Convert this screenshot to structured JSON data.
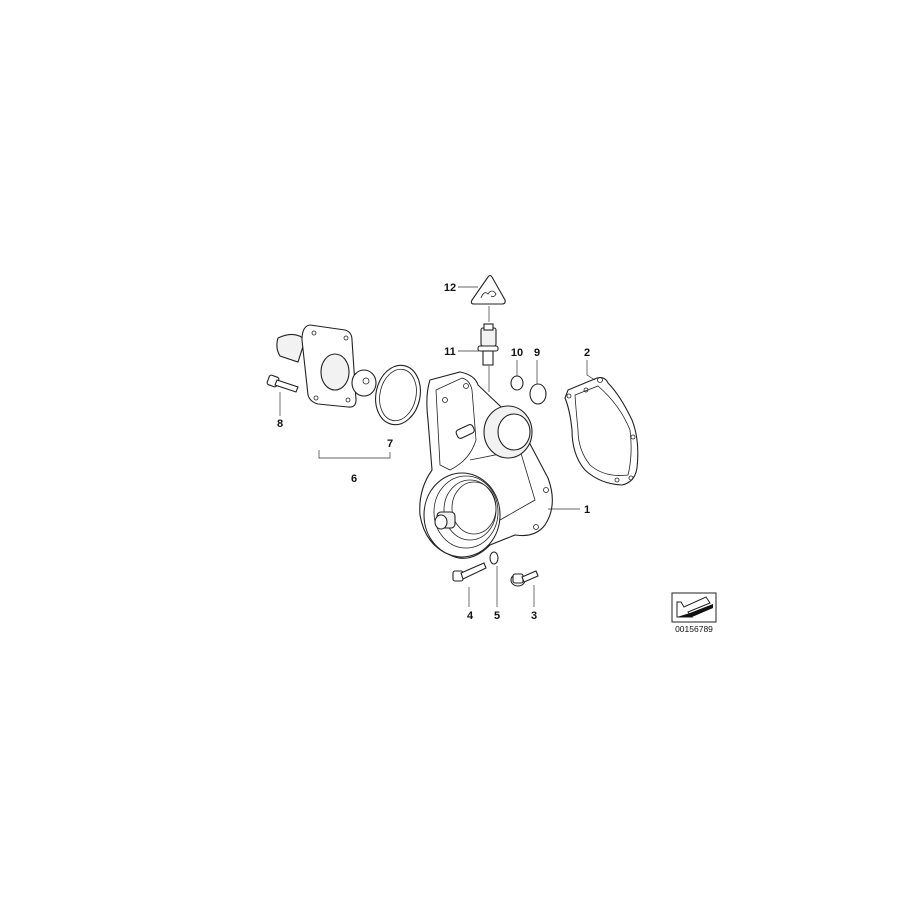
{
  "diagram": {
    "callouts": [
      {
        "id": "1",
        "part": "water-pump"
      },
      {
        "id": "2",
        "part": "gasket"
      },
      {
        "id": "3",
        "part": "flange-bolt"
      },
      {
        "id": "4",
        "part": "hex-bolt"
      },
      {
        "id": "5",
        "part": "washer"
      },
      {
        "id": "6",
        "part": "thermostat-assembly"
      },
      {
        "id": "7",
        "part": "o-ring-large"
      },
      {
        "id": "8",
        "part": "bolt"
      },
      {
        "id": "9",
        "part": "o-ring-small"
      },
      {
        "id": "10",
        "part": "sealing-ring"
      },
      {
        "id": "11",
        "part": "temperature-sensor"
      },
      {
        "id": "12",
        "part": "warning-label"
      }
    ],
    "diagram_code": "00156789"
  }
}
